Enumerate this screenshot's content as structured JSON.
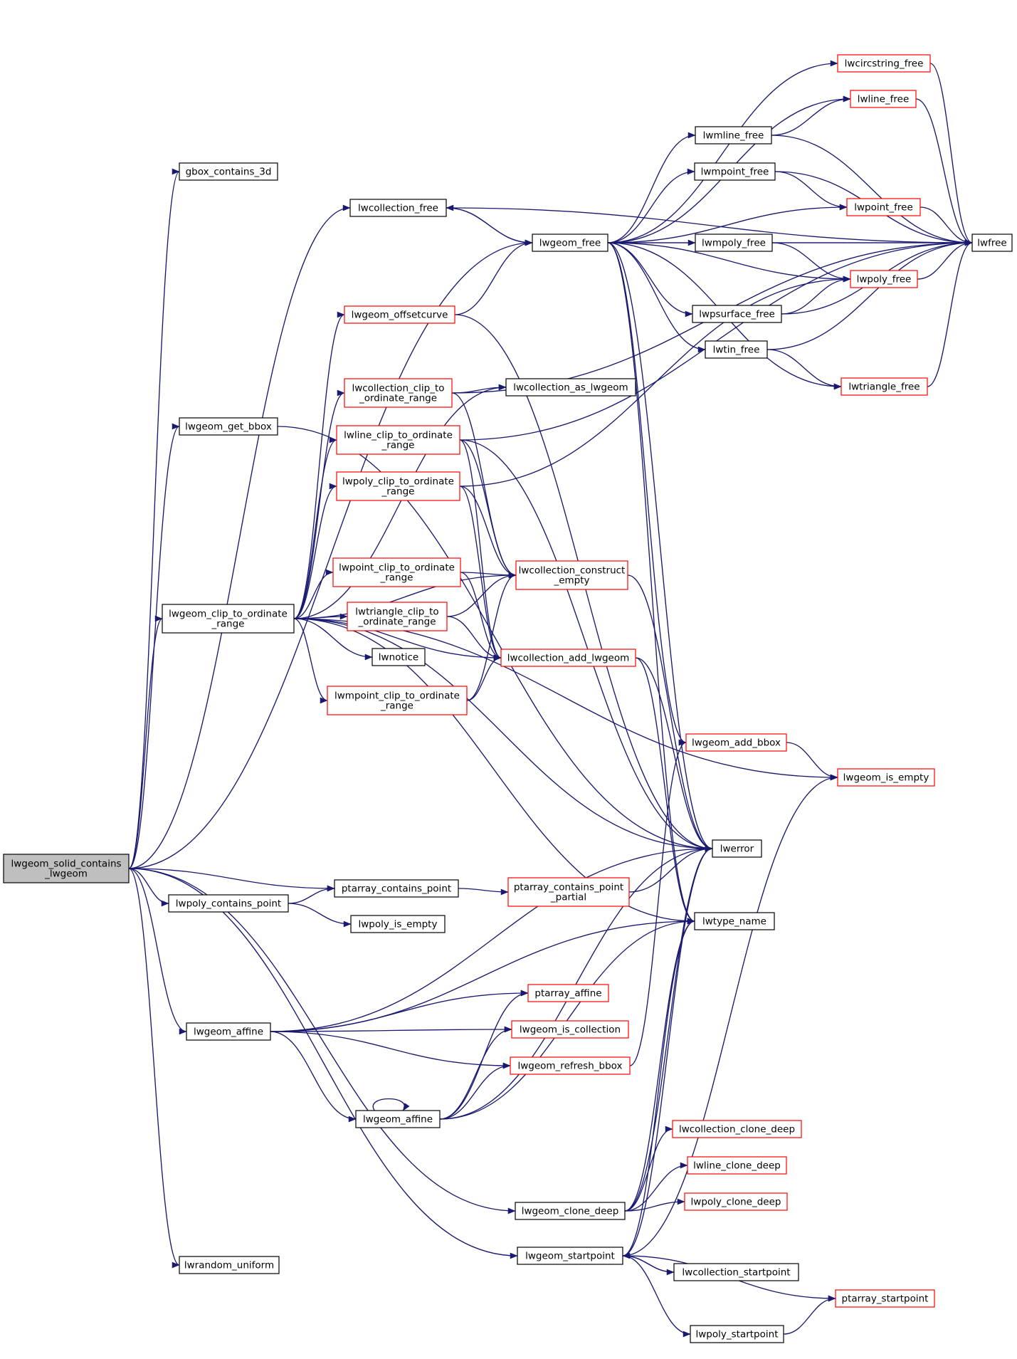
{
  "colors": {
    "edge": "#191970",
    "node_border_default": "#000000",
    "node_border_truncated": "#ff0000",
    "root_fill": "#bfbfbf",
    "background": "#ffffff"
  },
  "nodes": [
    {
      "id": "root",
      "lines": [
        "lwgeom_solid_contains",
        "_lwgeom"
      ],
      "style": "root"
    },
    {
      "id": "gbox_contains_3d",
      "lines": [
        "gbox_contains_3d"
      ],
      "style": "black"
    },
    {
      "id": "lwcollection_free",
      "lines": [
        "lwcollection_free"
      ],
      "style": "black"
    },
    {
      "id": "lwgeom_get_bbox",
      "lines": [
        "lwgeom_get_bbox"
      ],
      "style": "black"
    },
    {
      "id": "lwgeom_clip_to_ordinate_range",
      "lines": [
        "lwgeom_clip_to_ordinate",
        "_range"
      ],
      "style": "black"
    },
    {
      "id": "lwpoly_contains_point",
      "lines": [
        "lwpoly_contains_point"
      ],
      "style": "black"
    },
    {
      "id": "lwgeom_affine",
      "lines": [
        "lwgeom_affine"
      ],
      "style": "black"
    },
    {
      "id": "lwrandom_uniform",
      "lines": [
        "lwrandom_uniform"
      ],
      "style": "black"
    },
    {
      "id": "lwgeom_free",
      "lines": [
        "lwgeom_free"
      ],
      "style": "black"
    },
    {
      "id": "lwgeom_offsetcurve",
      "lines": [
        "lwgeom_offsetcurve"
      ],
      "style": "red"
    },
    {
      "id": "lwcollection_clip_to_ordinate_range",
      "lines": [
        "lwcollection_clip_to",
        "_ordinate_range"
      ],
      "style": "red"
    },
    {
      "id": "lwline_clip_to_ordinate_range",
      "lines": [
        "lwline_clip_to_ordinate",
        "_range"
      ],
      "style": "red"
    },
    {
      "id": "lwpoly_clip_to_ordinate_range",
      "lines": [
        "lwpoly_clip_to_ordinate",
        "_range"
      ],
      "style": "red"
    },
    {
      "id": "lwpoint_clip_to_ordinate_range",
      "lines": [
        "lwpoint_clip_to_ordinate",
        "_range"
      ],
      "style": "red"
    },
    {
      "id": "lwtriangle_clip_to_ordinate_range",
      "lines": [
        "lwtriangle_clip_to",
        "_ordinate_range"
      ],
      "style": "red"
    },
    {
      "id": "lwnotice",
      "lines": [
        "lwnotice"
      ],
      "style": "black"
    },
    {
      "id": "lwmpoint_clip_to_ordinate_range",
      "lines": [
        "lwmpoint_clip_to_ordinate",
        "_range"
      ],
      "style": "red"
    },
    {
      "id": "ptarray_contains_point",
      "lines": [
        "ptarray_contains_point"
      ],
      "style": "black"
    },
    {
      "id": "lwpoly_is_empty",
      "lines": [
        "lwpoly_is_empty"
      ],
      "style": "black"
    },
    {
      "id": "ptarray_affine",
      "lines": [
        "ptarray_affine"
      ],
      "style": "red"
    },
    {
      "id": "lwgeom_is_collection",
      "lines": [
        "lwgeom_is_collection"
      ],
      "style": "red"
    },
    {
      "id": "lwgeom_refresh_bbox",
      "lines": [
        "lwgeom_refresh_bbox"
      ],
      "style": "red"
    },
    {
      "id": "lwgeom_affine2",
      "lines": [
        "lwgeom_affine"
      ],
      "style": "black"
    },
    {
      "id": "lwgeom_clone_deep",
      "lines": [
        "lwgeom_clone_deep"
      ],
      "style": "black"
    },
    {
      "id": "lwgeom_startpoint",
      "lines": [
        "lwgeom_startpoint"
      ],
      "style": "black"
    },
    {
      "id": "lwcollection_as_lwgeom",
      "lines": [
        "lwcollection_as_lwgeom"
      ],
      "style": "black"
    },
    {
      "id": "lwcollection_construct_empty",
      "lines": [
        "lwcollection_construct",
        "_empty"
      ],
      "style": "red"
    },
    {
      "id": "lwcollection_add_lwgeom",
      "lines": [
        "lwcollection_add_lwgeom"
      ],
      "style": "red"
    },
    {
      "id": "ptarray_contains_point_partial",
      "lines": [
        "ptarray_contains_point",
        "_partial"
      ],
      "style": "red"
    },
    {
      "id": "lwmline_free",
      "lines": [
        "lwmline_free"
      ],
      "style": "black"
    },
    {
      "id": "lwmpoint_free",
      "lines": [
        "lwmpoint_free"
      ],
      "style": "black"
    },
    {
      "id": "lwmpoly_free",
      "lines": [
        "lwmpoly_free"
      ],
      "style": "black"
    },
    {
      "id": "lwpsurface_free",
      "lines": [
        "lwpsurface_free"
      ],
      "style": "black"
    },
    {
      "id": "lwtin_free",
      "lines": [
        "lwtin_free"
      ],
      "style": "black"
    },
    {
      "id": "lwgeom_add_bbox",
      "lines": [
        "lwgeom_add_bbox"
      ],
      "style": "red"
    },
    {
      "id": "lwerror",
      "lines": [
        "lwerror"
      ],
      "style": "black"
    },
    {
      "id": "lwtype_name",
      "lines": [
        "lwtype_name"
      ],
      "style": "black"
    },
    {
      "id": "lwcollection_clone_deep",
      "lines": [
        "lwcollection_clone_deep"
      ],
      "style": "red"
    },
    {
      "id": "lwline_clone_deep",
      "lines": [
        "lwline_clone_deep"
      ],
      "style": "red"
    },
    {
      "id": "lwpoly_clone_deep",
      "lines": [
        "lwpoly_clone_deep"
      ],
      "style": "red"
    },
    {
      "id": "lwcollection_startpoint",
      "lines": [
        "lwcollection_startpoint"
      ],
      "style": "black"
    },
    {
      "id": "lwpoly_startpoint",
      "lines": [
        "lwpoly_startpoint"
      ],
      "style": "black"
    },
    {
      "id": "lwcircstring_free",
      "lines": [
        "lwcircstring_free"
      ],
      "style": "red"
    },
    {
      "id": "lwline_free",
      "lines": [
        "lwline_free"
      ],
      "style": "red"
    },
    {
      "id": "lwpoint_free",
      "lines": [
        "lwpoint_free"
      ],
      "style": "red"
    },
    {
      "id": "lwpoly_free",
      "lines": [
        "lwpoly_free"
      ],
      "style": "red"
    },
    {
      "id": "lwtriangle_free",
      "lines": [
        "lwtriangle_free"
      ],
      "style": "red"
    },
    {
      "id": "lwgeom_is_empty",
      "lines": [
        "lwgeom_is_empty"
      ],
      "style": "red"
    },
    {
      "id": "ptarray_startpoint",
      "lines": [
        "ptarray_startpoint"
      ],
      "style": "red"
    },
    {
      "id": "lwfree",
      "lines": [
        "lwfree"
      ],
      "style": "black"
    }
  ],
  "edges": [
    [
      "root",
      "gbox_contains_3d"
    ],
    [
      "root",
      "lwcollection_free"
    ],
    [
      "root",
      "lwgeom_free"
    ],
    [
      "root",
      "lwgeom_get_bbox"
    ],
    [
      "root",
      "lwgeom_clip_to_ordinate_range"
    ],
    [
      "root",
      "ptarray_contains_point"
    ],
    [
      "root",
      "lwpoly_contains_point"
    ],
    [
      "root",
      "lwgeom_affine"
    ],
    [
      "root",
      "lwgeom_clone_deep"
    ],
    [
      "root",
      "lwgeom_startpoint"
    ],
    [
      "root",
      "lwrandom_uniform"
    ],
    [
      "lwcollection_free",
      "lwgeom_free"
    ],
    [
      "lwcollection_free",
      "lwfree"
    ],
    [
      "lwgeom_get_bbox",
      "lwerror"
    ],
    [
      "lwgeom_clip_to_ordinate_range",
      "lwgeom_offsetcurve"
    ],
    [
      "lwgeom_clip_to_ordinate_range",
      "lwcollection_clip_to_ordinate_range"
    ],
    [
      "lwgeom_clip_to_ordinate_range",
      "lwcollection_as_lwgeom"
    ],
    [
      "lwgeom_clip_to_ordinate_range",
      "lwline_clip_to_ordinate_range"
    ],
    [
      "lwgeom_clip_to_ordinate_range",
      "lwpoly_clip_to_ordinate_range"
    ],
    [
      "lwgeom_clip_to_ordinate_range",
      "lwcollection_construct_empty"
    ],
    [
      "lwgeom_clip_to_ordinate_range",
      "lwpoint_clip_to_ordinate_range"
    ],
    [
      "lwgeom_clip_to_ordinate_range",
      "lwtriangle_clip_to_ordinate_range"
    ],
    [
      "lwgeom_clip_to_ordinate_range",
      "lwnotice"
    ],
    [
      "lwgeom_clip_to_ordinate_range",
      "lwmpoint_clip_to_ordinate_range"
    ],
    [
      "lwgeom_clip_to_ordinate_range",
      "lwcollection_add_lwgeom"
    ],
    [
      "lwgeom_clip_to_ordinate_range",
      "lwgeom_is_empty"
    ],
    [
      "lwgeom_clip_to_ordinate_range",
      "lwerror"
    ],
    [
      "lwgeom_clip_to_ordinate_range",
      "lwtype_name"
    ],
    [
      "lwgeom_offsetcurve",
      "lwgeom_free"
    ],
    [
      "lwgeom_offsetcurve",
      "lwerror"
    ],
    [
      "lwcollection_clip_to_ordinate_range",
      "lwcollection_as_lwgeom"
    ],
    [
      "lwcollection_clip_to_ordinate_range",
      "lwcollection_construct_empty"
    ],
    [
      "lwcollection_clip_to_ordinate_range",
      "lwfree"
    ],
    [
      "lwline_clip_to_ordinate_range",
      "lwcollection_construct_empty"
    ],
    [
      "lwline_clip_to_ordinate_range",
      "lwcollection_add_lwgeom"
    ],
    [
      "lwline_clip_to_ordinate_range",
      "lwfree"
    ],
    [
      "lwline_clip_to_ordinate_range",
      "lwerror"
    ],
    [
      "lwpoly_clip_to_ordinate_range",
      "lwpoly_free"
    ],
    [
      "lwpoly_clip_to_ordinate_range",
      "lwcollection_construct_empty"
    ],
    [
      "lwpoly_clip_to_ordinate_range",
      "lwcollection_add_lwgeom"
    ],
    [
      "lwpoint_clip_to_ordinate_range",
      "lwcollection_construct_empty"
    ],
    [
      "lwpoint_clip_to_ordinate_range",
      "lwcollection_add_lwgeom"
    ],
    [
      "lwtriangle_clip_to_ordinate_range",
      "lwcollection_construct_empty"
    ],
    [
      "lwtriangle_clip_to_ordinate_range",
      "lwcollection_add_lwgeom"
    ],
    [
      "lwmpoint_clip_to_ordinate_range",
      "lwcollection_construct_empty"
    ],
    [
      "lwmpoint_clip_to_ordinate_range",
      "lwcollection_add_lwgeom"
    ],
    [
      "lwcollection_construct_empty",
      "lwerror"
    ],
    [
      "lwcollection_add_lwgeom",
      "lwerror"
    ],
    [
      "lwcollection_add_lwgeom",
      "lwtype_name"
    ],
    [
      "lwpoly_contains_point",
      "ptarray_contains_point"
    ],
    [
      "lwpoly_contains_point",
      "lwpoly_is_empty"
    ],
    [
      "ptarray_contains_point",
      "ptarray_contains_point_partial"
    ],
    [
      "ptarray_contains_point_partial",
      "lwerror"
    ],
    [
      "lwgeom_affine",
      "lwtype_name"
    ],
    [
      "lwgeom_affine",
      "ptarray_affine"
    ],
    [
      "lwgeom_affine",
      "lwgeom_is_collection"
    ],
    [
      "lwgeom_affine",
      "lwgeom_refresh_bbox"
    ],
    [
      "lwgeom_affine",
      "lwgeom_affine2"
    ],
    [
      "lwgeom_affine",
      "lwerror"
    ],
    [
      "lwgeom_affine2",
      "lwgeom_affine2"
    ],
    [
      "lwgeom_affine2",
      "ptarray_affine"
    ],
    [
      "lwgeom_affine2",
      "lwgeom_is_collection"
    ],
    [
      "lwgeom_affine2",
      "lwgeom_refresh_bbox"
    ],
    [
      "lwgeom_affine2",
      "lwerror"
    ],
    [
      "lwgeom_affine2",
      "lwtype_name"
    ],
    [
      "lwgeom_refresh_bbox",
      "lwgeom_add_bbox"
    ],
    [
      "lwgeom_clone_deep",
      "lwcollection_clone_deep"
    ],
    [
      "lwgeom_clone_deep",
      "lwline_clone_deep"
    ],
    [
      "lwgeom_clone_deep",
      "lwpoly_clone_deep"
    ],
    [
      "lwgeom_clone_deep",
      "lwerror"
    ],
    [
      "lwgeom_clone_deep",
      "lwtype_name"
    ],
    [
      "lwgeom_startpoint",
      "lwcollection_startpoint"
    ],
    [
      "lwgeom_startpoint",
      "lwpoly_startpoint"
    ],
    [
      "lwgeom_startpoint",
      "ptarray_startpoint"
    ],
    [
      "lwgeom_startpoint",
      "lwerror"
    ],
    [
      "lwgeom_startpoint",
      "lwtype_name"
    ],
    [
      "lwgeom_startpoint",
      "lwgeom_is_empty"
    ],
    [
      "lwcollection_startpoint",
      "lwgeom_startpoint"
    ],
    [
      "lwpoly_startpoint",
      "ptarray_startpoint"
    ],
    [
      "lwgeom_free",
      "lwcollection_free"
    ],
    [
      "lwgeom_free",
      "lwcircstring_free"
    ],
    [
      "lwgeom_free",
      "lwline_free"
    ],
    [
      "lwgeom_free",
      "lwmline_free"
    ],
    [
      "lwgeom_free",
      "lwmpoint_free"
    ],
    [
      "lwgeom_free",
      "lwpoint_free"
    ],
    [
      "lwgeom_free",
      "lwfree"
    ],
    [
      "lwgeom_free",
      "lwmpoly_free"
    ],
    [
      "lwgeom_free",
      "lwpoly_free"
    ],
    [
      "lwgeom_free",
      "lwpsurface_free"
    ],
    [
      "lwgeom_free",
      "lwtin_free"
    ],
    [
      "lwgeom_free",
      "lwtriangle_free"
    ],
    [
      "lwgeom_free",
      "lwgeom_add_bbox"
    ],
    [
      "lwgeom_free",
      "lwerror"
    ],
    [
      "lwgeom_free",
      "lwtype_name"
    ],
    [
      "lwmline_free",
      "lwline_free"
    ],
    [
      "lwmline_free",
      "lwfree"
    ],
    [
      "lwmpoint_free",
      "lwpoint_free"
    ],
    [
      "lwmpoint_free",
      "lwfree"
    ],
    [
      "lwmpoly_free",
      "lwpoly_free"
    ],
    [
      "lwmpoly_free",
      "lwfree"
    ],
    [
      "lwpsurface_free",
      "lwpoly_free"
    ],
    [
      "lwpsurface_free",
      "lwfree"
    ],
    [
      "lwtin_free",
      "lwtriangle_free"
    ],
    [
      "lwtin_free",
      "lwfree"
    ],
    [
      "lwcircstring_free",
      "lwfree"
    ],
    [
      "lwline_free",
      "lwfree"
    ],
    [
      "lwpoint_free",
      "lwfree"
    ],
    [
      "lwpoly_free",
      "lwfree"
    ],
    [
      "lwtriangle_free",
      "lwfree"
    ],
    [
      "lwgeom_add_bbox",
      "lwgeom_is_empty"
    ]
  ]
}
